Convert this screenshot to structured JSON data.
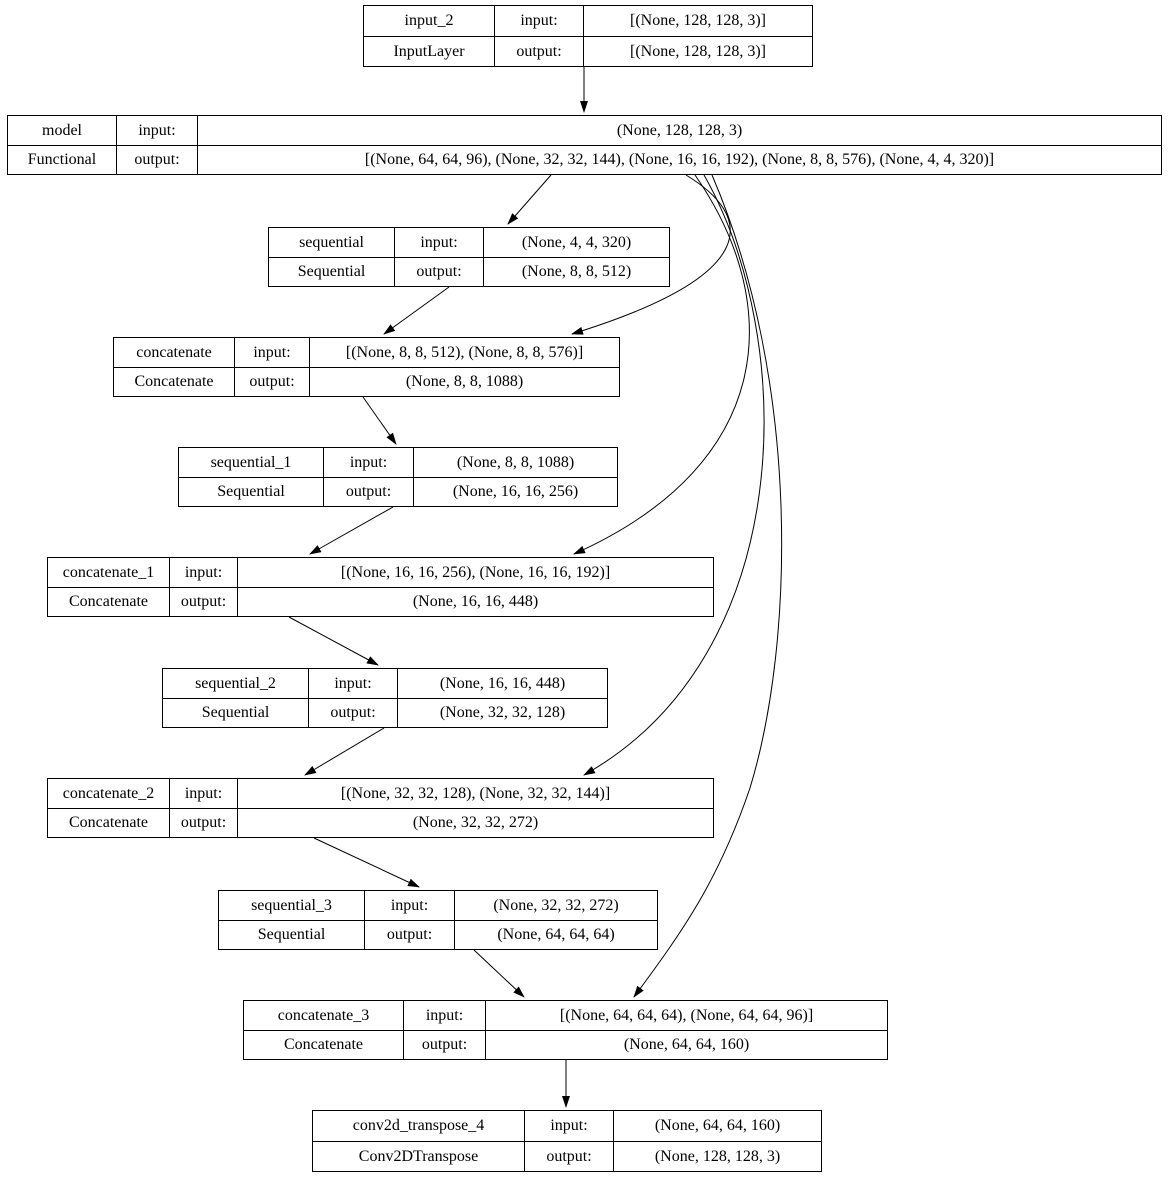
{
  "diagram_type": "keras-plot-model-architecture",
  "colors": {
    "background": "#ffffff",
    "node_border": "#000000",
    "edge": "#000000",
    "text": "#000000"
  },
  "labels": {
    "input": "input:",
    "output": "output:"
  },
  "nodes": {
    "input_2": {
      "name": "input_2",
      "type": "InputLayer",
      "input": "[(None, 128, 128, 3)]",
      "output": "[(None, 128, 128, 3)]"
    },
    "model": {
      "name": "model",
      "type": "Functional",
      "input": "(None, 128, 128, 3)",
      "output": "[(None, 64, 64, 96), (None, 32, 32, 144), (None, 16, 16, 192), (None, 8, 8, 576), (None, 4, 4, 320)]"
    },
    "sequential": {
      "name": "sequential",
      "type": "Sequential",
      "input": "(None, 4, 4, 320)",
      "output": "(None, 8, 8, 512)"
    },
    "concatenate": {
      "name": "concatenate",
      "type": "Concatenate",
      "input": "[(None, 8, 8, 512), (None, 8, 8, 576)]",
      "output": "(None, 8, 8, 1088)"
    },
    "sequential_1": {
      "name": "sequential_1",
      "type": "Sequential",
      "input": "(None, 8, 8, 1088)",
      "output": "(None, 16, 16, 256)"
    },
    "concatenate_1": {
      "name": "concatenate_1",
      "type": "Concatenate",
      "input": "[(None, 16, 16, 256), (None, 16, 16, 192)]",
      "output": "(None, 16, 16, 448)"
    },
    "sequential_2": {
      "name": "sequential_2",
      "type": "Sequential",
      "input": "(None, 16, 16, 448)",
      "output": "(None, 32, 32, 128)"
    },
    "concatenate_2": {
      "name": "concatenate_2",
      "type": "Concatenate",
      "input": "[(None, 32, 32, 128), (None, 32, 32, 144)]",
      "output": "(None, 32, 32, 272)"
    },
    "sequential_3": {
      "name": "sequential_3",
      "type": "Sequential",
      "input": "(None, 32, 32, 272)",
      "output": "(None, 64, 64, 64)"
    },
    "concatenate_3": {
      "name": "concatenate_3",
      "type": "Concatenate",
      "input": "[(None, 64, 64, 64), (None, 64, 64, 96)]",
      "output": "(None, 64, 64, 160)"
    },
    "conv2d_transpose_4": {
      "name": "conv2d_transpose_4",
      "type": "Conv2DTranspose",
      "input": "(None, 64, 64, 160)",
      "output": "(None, 128, 128, 3)"
    }
  },
  "edges": [
    {
      "from": "input_2",
      "to": "model"
    },
    {
      "from": "model",
      "to": "sequential"
    },
    {
      "from": "model",
      "to": "concatenate"
    },
    {
      "from": "model",
      "to": "concatenate_1"
    },
    {
      "from": "model",
      "to": "concatenate_2"
    },
    {
      "from": "model",
      "to": "concatenate_3"
    },
    {
      "from": "sequential",
      "to": "concatenate"
    },
    {
      "from": "concatenate",
      "to": "sequential_1"
    },
    {
      "from": "sequential_1",
      "to": "concatenate_1"
    },
    {
      "from": "concatenate_1",
      "to": "sequential_2"
    },
    {
      "from": "sequential_2",
      "to": "concatenate_2"
    },
    {
      "from": "concatenate_2",
      "to": "sequential_3"
    },
    {
      "from": "sequential_3",
      "to": "concatenate_3"
    },
    {
      "from": "concatenate_3",
      "to": "conv2d_transpose_4"
    }
  ]
}
